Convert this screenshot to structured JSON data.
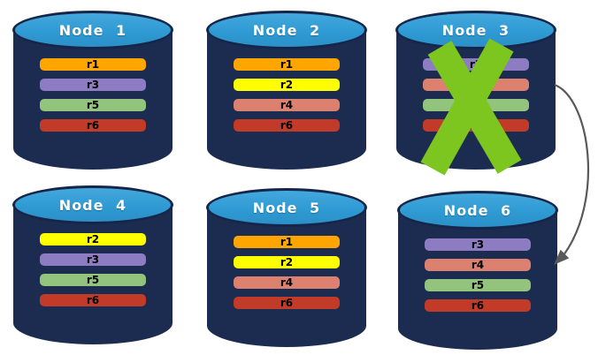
{
  "nodes": [
    {
      "label": "Node 1",
      "failed": false,
      "replicas": [
        {
          "label": "r1",
          "color": "#FFA500"
        },
        {
          "label": "r3",
          "color": "#8E7CC3"
        },
        {
          "label": "r5",
          "color": "#93C47D"
        },
        {
          "label": "r6",
          "color": "#C23A28"
        }
      ]
    },
    {
      "label": "Node 2",
      "failed": false,
      "replicas": [
        {
          "label": "r1",
          "color": "#FFA500"
        },
        {
          "label": "r2",
          "color": "#FFFF00"
        },
        {
          "label": "r4",
          "color": "#DC8170"
        },
        {
          "label": "r6",
          "color": "#C23A28"
        }
      ]
    },
    {
      "label": "Node 3",
      "failed": true,
      "replicas": [
        {
          "label": "r3",
          "color": "#8E7CC3"
        },
        {
          "label": "r4",
          "color": "#DC8170"
        },
        {
          "label": "r5",
          "color": "#93C47D"
        },
        {
          "label": "r6",
          "color": "#C23A28"
        }
      ]
    },
    {
      "label": "Node 4",
      "failed": false,
      "replicas": [
        {
          "label": "r2",
          "color": "#FFFF00"
        },
        {
          "label": "r3",
          "color": "#8E7CC3"
        },
        {
          "label": "r5",
          "color": "#93C47D"
        },
        {
          "label": "r6",
          "color": "#C23A28"
        }
      ]
    },
    {
      "label": "Node 5",
      "failed": false,
      "replicas": [
        {
          "label": "r1",
          "color": "#FFA500"
        },
        {
          "label": "r2",
          "color": "#FFFF00"
        },
        {
          "label": "r4",
          "color": "#DC8170"
        },
        {
          "label": "r6",
          "color": "#C23A28"
        }
      ]
    },
    {
      "label": "Node 6",
      "failed": false,
      "replicas": [
        {
          "label": "r3",
          "color": "#8E7CC3"
        },
        {
          "label": "r4",
          "color": "#DC8170"
        },
        {
          "label": "r5",
          "color": "#93C47D"
        },
        {
          "label": "r6",
          "color": "#C23A28"
        }
      ]
    }
  ],
  "failure_marker": {
    "node": "Node 3",
    "icon": "x-mark",
    "color": "#7DC51F"
  },
  "failover_arrow": {
    "from": "Node 3",
    "to": "Node 6",
    "color": "#58595B"
  },
  "colors": {
    "cylinder_body": "#1B2C50",
    "cylinder_top": "#2F9AD3",
    "background": "#FFFFFF"
  }
}
